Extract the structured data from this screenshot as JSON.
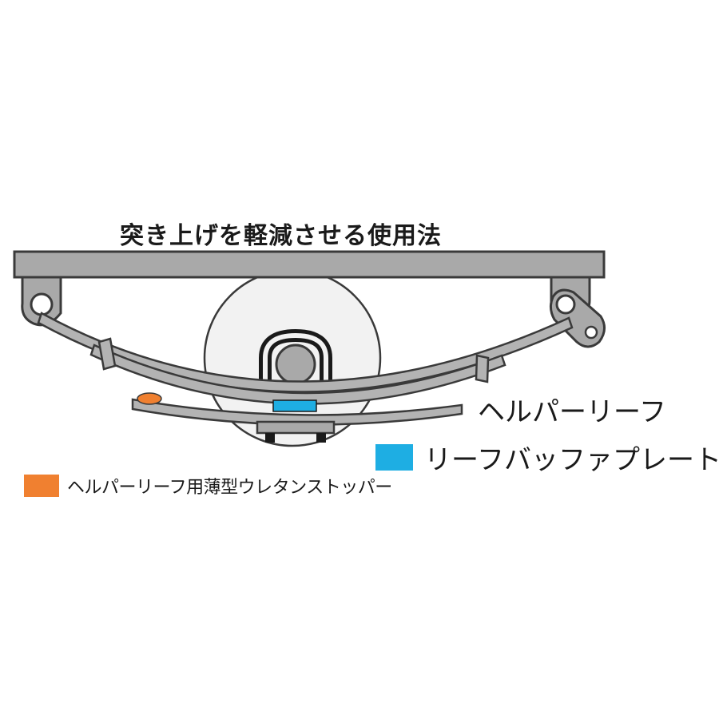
{
  "diagram": {
    "title": "突き上げを軽減させる使用法",
    "helper_leaf_label": "ヘルパーリーフ",
    "legend": [
      {
        "label": "リーフバッファプレート",
        "color": "#1eaee3",
        "icon": "cyan-square"
      },
      {
        "label": "ヘルパーリーフ用薄型ウレタンストッパー",
        "color": "#f08030",
        "icon": "orange-square"
      }
    ],
    "colors": {
      "frame": "#a9a9a9",
      "outline": "#3a3a3a",
      "leaf": "#b3b3b3",
      "wheel": "#f2f2f2",
      "buffer_plate": "#1eaee3",
      "urethane_stopper": "#f08030"
    }
  }
}
